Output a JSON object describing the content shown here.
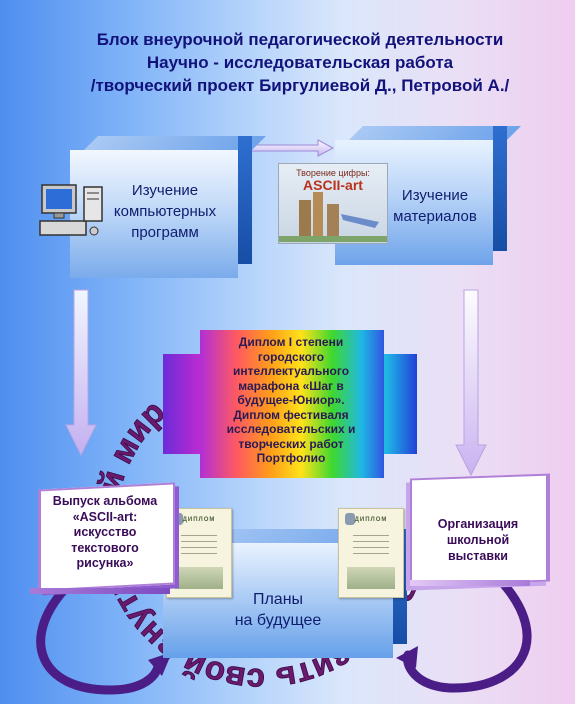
{
  "title": {
    "line1": "Блок внеурочной педагогической деятельности",
    "line2": "Научно - исследовательская работа",
    "line3": "/творческий проект Биргулиевой Д., Петровой А./"
  },
  "boxes": {
    "left": [
      "Изучение",
      "компьютерных",
      "программ"
    ],
    "right": [
      "Изучение",
      "материалов"
    ],
    "bottom": [
      "Планы",
      "на будущее"
    ]
  },
  "center": {
    "lines": [
      "Диплом I степени",
      "городского",
      "интеллектуального",
      "марафона «Шаг в",
      "будущее-Юниор».",
      "Диплом фестиваля",
      "исследовательских и",
      "творческих работ",
      "Портфолио"
    ]
  },
  "banners": {
    "left": [
      "Выпуск альбома",
      "«ASCII-art:",
      "искусство",
      "текстового",
      "рисунка»"
    ],
    "right": [
      "Организация",
      "школьной",
      "выставки"
    ]
  },
  "circle_text": "Выразить свой внутренний мир через рисунок",
  "book": {
    "title": "Творение цифры:",
    "subtitle": "ASCII-art"
  },
  "diplomas": {
    "label": "ДИПЛОМ"
  },
  "colors": {
    "title": "#12127a",
    "box_label": "#0f1d6e",
    "circle_text": "#6a1a6e",
    "banner_border": "#b080d8",
    "arrow": "#c9b8ef"
  }
}
